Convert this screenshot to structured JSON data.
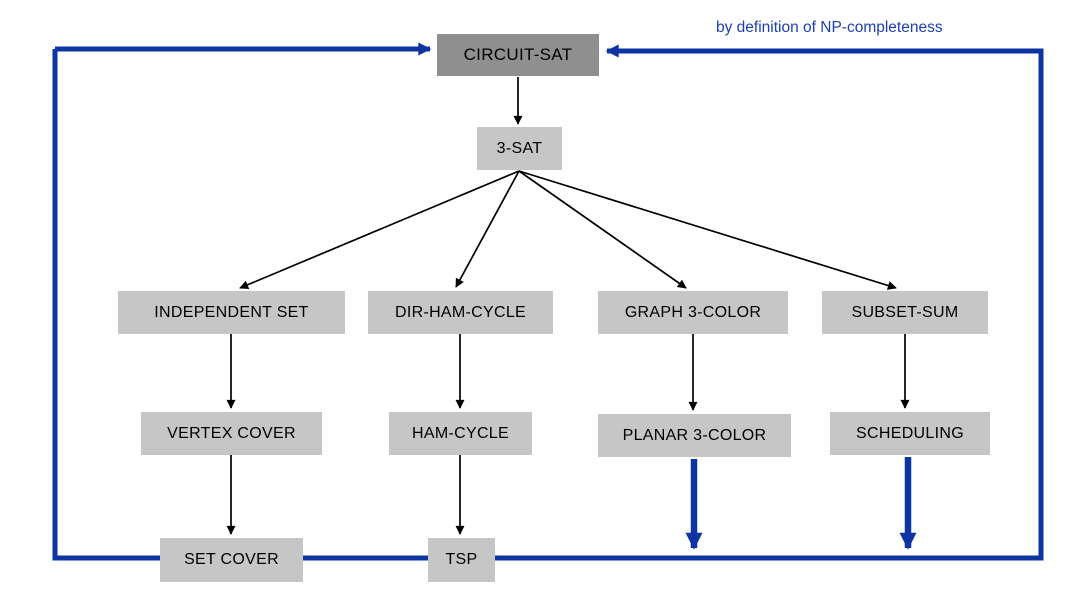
{
  "diagram": {
    "annotation": "by definition of NP-completeness",
    "nodes": {
      "circuit_sat": {
        "label": "CIRCUIT-SAT"
      },
      "three_sat": {
        "label": "3-SAT"
      },
      "independent_set": {
        "label": "INDEPENDENT SET"
      },
      "dir_ham_cycle": {
        "label": "DIR-HAM-CYCLE"
      },
      "graph_3_color": {
        "label": "GRAPH 3-COLOR"
      },
      "subset_sum": {
        "label": "SUBSET-SUM"
      },
      "vertex_cover": {
        "label": "VERTEX COVER"
      },
      "ham_cycle": {
        "label": "HAM-CYCLE"
      },
      "planar_3_color": {
        "label": "PLANAR 3-COLOR"
      },
      "scheduling": {
        "label": "SCHEDULING"
      },
      "set_cover": {
        "label": "SET COVER"
      },
      "tsp": {
        "label": "TSP"
      }
    },
    "edges": [
      {
        "from": "CIRCUIT-SAT",
        "to": "3-SAT",
        "style": "black"
      },
      {
        "from": "3-SAT",
        "to": "INDEPENDENT SET",
        "style": "black"
      },
      {
        "from": "3-SAT",
        "to": "DIR-HAM-CYCLE",
        "style": "black"
      },
      {
        "from": "3-SAT",
        "to": "GRAPH 3-COLOR",
        "style": "black"
      },
      {
        "from": "3-SAT",
        "to": "SUBSET-SUM",
        "style": "black"
      },
      {
        "from": "INDEPENDENT SET",
        "to": "VERTEX COVER",
        "style": "black"
      },
      {
        "from": "VERTEX COVER",
        "to": "SET COVER",
        "style": "black"
      },
      {
        "from": "DIR-HAM-CYCLE",
        "to": "HAM-CYCLE",
        "style": "black"
      },
      {
        "from": "HAM-CYCLE",
        "to": "TSP",
        "style": "black"
      },
      {
        "from": "GRAPH 3-COLOR",
        "to": "PLANAR 3-COLOR",
        "style": "black"
      },
      {
        "from": "SUBSET-SUM",
        "to": "SCHEDULING",
        "style": "black"
      },
      {
        "from": "PLANAR 3-COLOR",
        "to": "CIRCUIT-SAT",
        "style": "blue-loop"
      },
      {
        "from": "SCHEDULING",
        "to": "CIRCUIT-SAT",
        "style": "blue-loop"
      }
    ],
    "colors": {
      "root_box_fill": "#8f8f8f",
      "box_fill": "#c6c6c6",
      "black_arrow": "#000000",
      "blue_line": "#0d34a2",
      "annotation_text": "#1d40b0"
    }
  }
}
